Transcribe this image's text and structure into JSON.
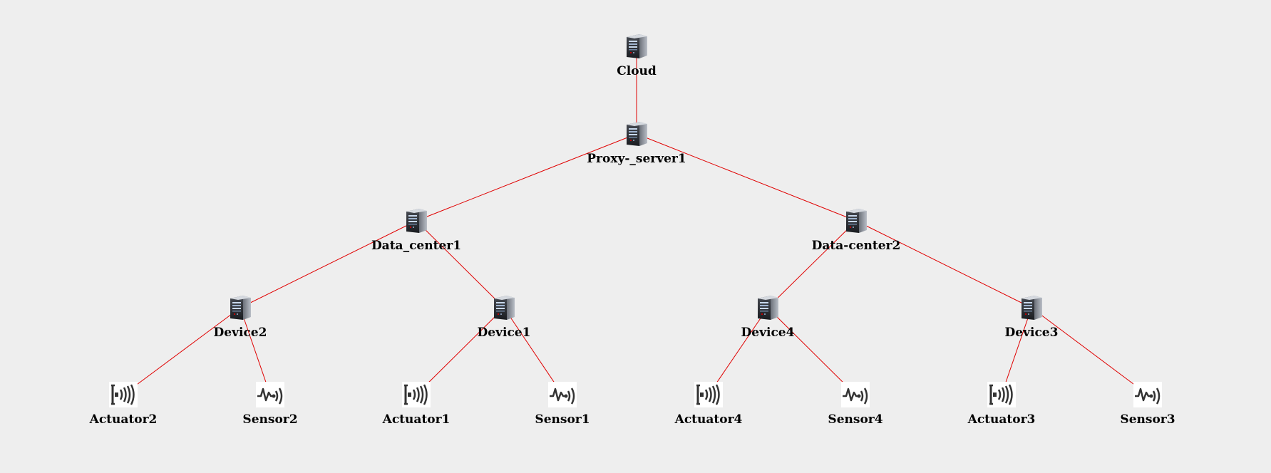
{
  "colors": {
    "background": "#eeeeee",
    "link": "#e00000",
    "server_body": "#2a2c30",
    "server_light": "#c8d8ec",
    "server_highlight": "#c00000",
    "sensor_icon": "#333333"
  },
  "nodes": [
    {
      "id": "cloud",
      "label": "Cloud",
      "icon": "server-icon"
    },
    {
      "id": "proxy",
      "label": "Proxy-_server1",
      "icon": "server-icon"
    },
    {
      "id": "dc1",
      "label": "Data_center1",
      "icon": "server-icon"
    },
    {
      "id": "dc2",
      "label": "Data-center2",
      "icon": "server-icon"
    },
    {
      "id": "device2",
      "label": "Device2",
      "icon": "server-icon"
    },
    {
      "id": "device1",
      "label": "Device1",
      "icon": "server-icon"
    },
    {
      "id": "device4",
      "label": "Device4",
      "icon": "server-icon"
    },
    {
      "id": "device3",
      "label": "Device3",
      "icon": "server-icon"
    },
    {
      "id": "actuator2",
      "label": "Actuator2",
      "icon": "actuator-icon"
    },
    {
      "id": "sensor2",
      "label": "Sensor2",
      "icon": "sensor-icon"
    },
    {
      "id": "actuator1",
      "label": "Actuator1",
      "icon": "actuator-icon"
    },
    {
      "id": "sensor1",
      "label": "Sensor1",
      "icon": "sensor-icon"
    },
    {
      "id": "actuator4",
      "label": "Actuator4",
      "icon": "actuator-icon"
    },
    {
      "id": "sensor4",
      "label": "Sensor4",
      "icon": "sensor-icon"
    },
    {
      "id": "actuator3",
      "label": "Actuator3",
      "icon": "actuator-icon"
    },
    {
      "id": "sensor3",
      "label": "Sensor3",
      "icon": "sensor-icon"
    }
  ],
  "links": [
    [
      "cloud",
      "proxy"
    ],
    [
      "proxy",
      "dc1"
    ],
    [
      "proxy",
      "dc2"
    ],
    [
      "dc1",
      "device2"
    ],
    [
      "dc1",
      "device1"
    ],
    [
      "dc2",
      "device4"
    ],
    [
      "dc2",
      "device3"
    ],
    [
      "device2",
      "actuator2"
    ],
    [
      "device2",
      "sensor2"
    ],
    [
      "device1",
      "actuator1"
    ],
    [
      "device1",
      "sensor1"
    ],
    [
      "device4",
      "actuator4"
    ],
    [
      "device4",
      "sensor4"
    ],
    [
      "device3",
      "actuator3"
    ],
    [
      "device3",
      "sensor3"
    ]
  ]
}
